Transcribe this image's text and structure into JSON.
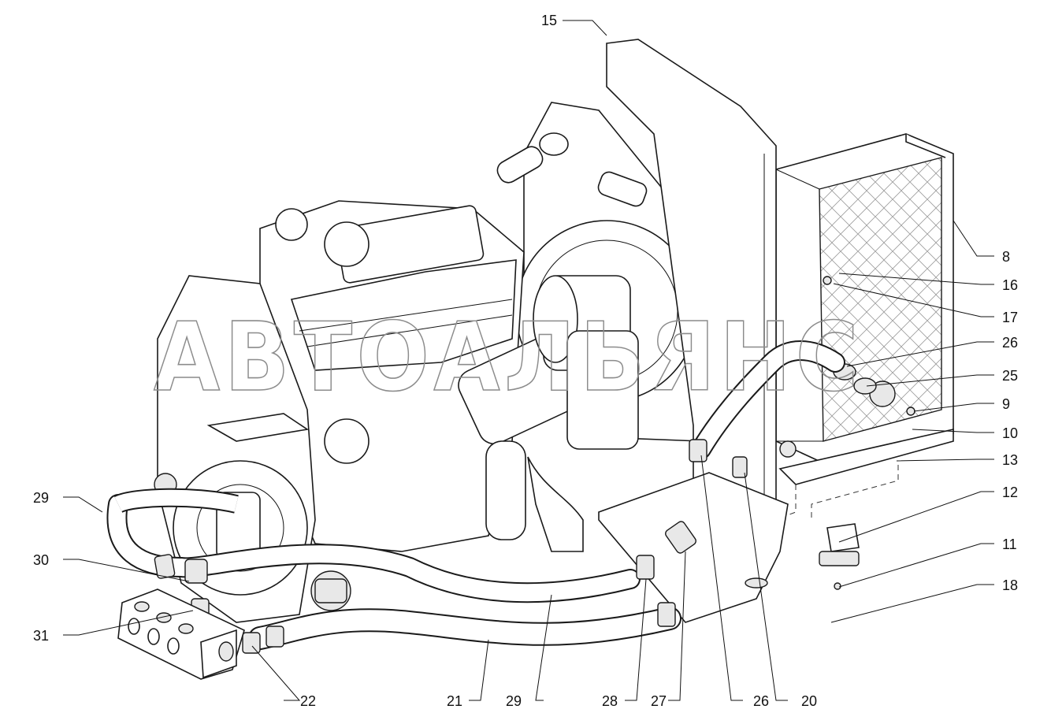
{
  "watermark": "АВТОАЛЬЯНС",
  "colors": {
    "line": "#1a1a1a",
    "background": "#ffffff",
    "mesh": "#cfcfcf"
  },
  "callouts": {
    "c15": "15",
    "c8": "8",
    "c16": "16",
    "c17": "17",
    "c26_top": "26",
    "c25": "25",
    "c9": "9",
    "c10": "10",
    "c13": "13",
    "c12": "12",
    "c11": "11",
    "c18": "18",
    "c29_left": "29",
    "c30": "30",
    "c31": "31",
    "c22": "22",
    "c21": "21",
    "c29_bottom": "29",
    "c28": "28",
    "c27": "27",
    "c26_bottom": "26",
    "c20": "20"
  }
}
